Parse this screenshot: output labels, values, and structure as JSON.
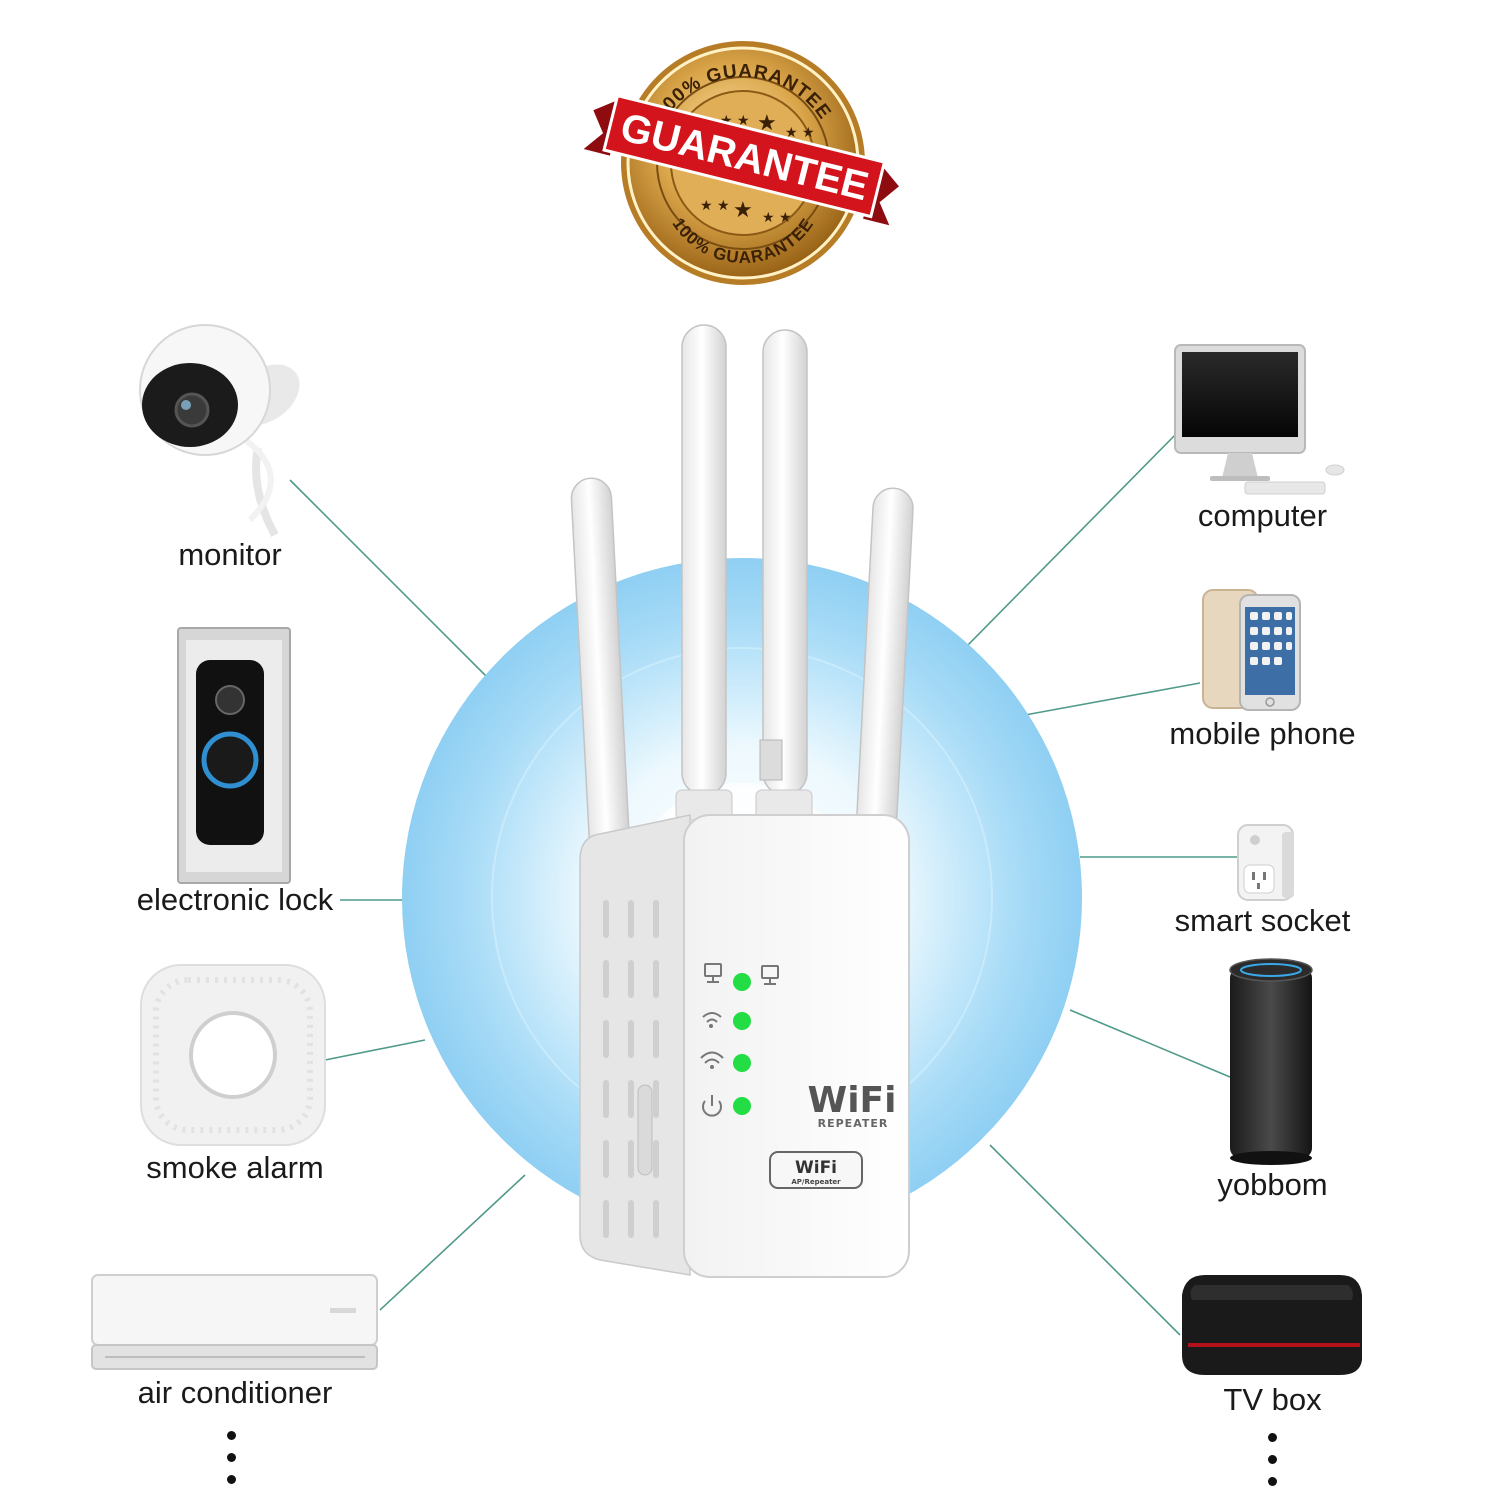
{
  "badge": {
    "top_arc": "100% GUARANTEE",
    "ribbon": "GUARANTEE",
    "bottom_arc": "100% GUARANTEE"
  },
  "device": {
    "brand_main": "WiFi",
    "brand_sub": "REPEATER",
    "plate_main": "WiFi",
    "plate_sub": "AP/Repeater"
  },
  "left_items": [
    {
      "label": "monitor",
      "icon": "security-camera-icon"
    },
    {
      "label": "electronic lock",
      "icon": "video-doorbell-icon"
    },
    {
      "label": "smoke alarm",
      "icon": "smoke-alarm-icon"
    },
    {
      "label": "air conditioner",
      "icon": "air-conditioner-icon"
    }
  ],
  "right_items": [
    {
      "label": "computer",
      "icon": "desktop-computer-icon"
    },
    {
      "label": "mobile phone",
      "icon": "mobile-phone-icon"
    },
    {
      "label": "smart socket",
      "icon": "smart-socket-icon"
    },
    {
      "label": "yobbom",
      "icon": "smart-speaker-icon"
    },
    {
      "label": "TV box",
      "icon": "tv-box-icon"
    }
  ],
  "colors": {
    "signal_outer": "#9fd6f5",
    "signal_inner": "#bfe6fb",
    "led": "#22dd44",
    "connector": "#4f9a8a",
    "ribbon": "#d3141c",
    "badge_gold": "#c9902f"
  }
}
